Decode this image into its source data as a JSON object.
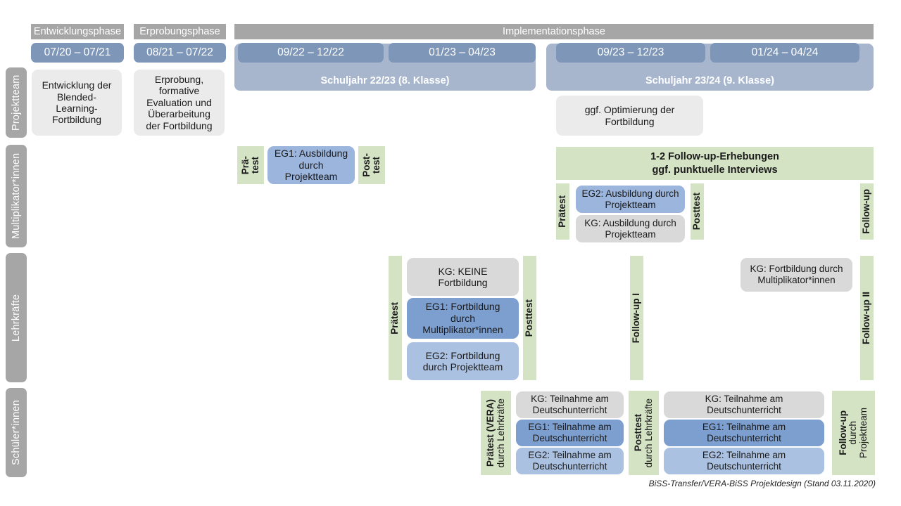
{
  "phases": [
    {
      "id": "entwicklung",
      "label": "Entwicklungsphase"
    },
    {
      "id": "erprobung",
      "label": "Erprobungsphase"
    },
    {
      "id": "implementation",
      "label": "Implementationsphase"
    }
  ],
  "date_chips": [
    {
      "id": "d1",
      "label": "07/20 – 07/21"
    },
    {
      "id": "d2",
      "label": "08/21 – 07/22"
    },
    {
      "id": "d3",
      "label": "09/22 – 12/22"
    },
    {
      "id": "d4",
      "label": "01/23 – 04/23"
    },
    {
      "id": "d5",
      "label": "09/23 – 12/23"
    },
    {
      "id": "d6",
      "label": "01/24 – 04/24"
    }
  ],
  "school_years": [
    {
      "id": "sy1",
      "label": "Schuljahr 22/23 (8. Klasse)"
    },
    {
      "id": "sy2",
      "label": "Schuljahr 23/24 (9. Klasse)"
    }
  ],
  "rows": [
    {
      "id": "projektteam",
      "label": "Projektteam"
    },
    {
      "id": "multiplikatoren",
      "label": "Multiplikator*innen"
    },
    {
      "id": "lehrkraefte",
      "label": "Lehrkräfte"
    },
    {
      "id": "schueler",
      "label": "Schüler*innen"
    }
  ],
  "projektteam": {
    "entwicklung": "Entwicklung der\nBlended-\nLearning-\nFortbildung",
    "erprobung": "Erprobung,\nformative\nEvaluation und\nÜberarbeitung\nder Fortbildung",
    "optimierung": "ggf. Optimierung der\nFortbildung"
  },
  "multiplikatoren": {
    "praetest_short_line1": "Prä-",
    "praetest_short_line2": "test",
    "posttest_short_line1": "Post-",
    "posttest_short_line2": "test",
    "eg1_ausbildung": "EG1: Ausbildung\ndurch\nProjektteam",
    "followup_banner": "1-2 Follow-up-Erhebungen\nggf. punktuelle Interviews",
    "praetest": "Prätest",
    "posttest": "Posttest",
    "followup": "Follow-up",
    "eg2_ausbildung": "EG2: Ausbildung durch\nProjektteam",
    "kg_ausbildung": "KG: Ausbildung durch\nProjektteam"
  },
  "lehrkraefte": {
    "praetest": "Prätest",
    "posttest": "Posttest",
    "followup_1": "Follow-up I",
    "followup_2": "Follow-up II",
    "kg_keine": "KG:  KEINE\nFortbildung",
    "eg1": "EG1: Fortbildung\ndurch\nMultiplikator*innen",
    "eg2": "EG2: Fortbildung\ndurch Projektteam",
    "kg_fortbildung": "KG: Fortbildung durch\nMultiplikator*innen"
  },
  "schueler": {
    "praetest_bold": "Prätest (VERA)",
    "praetest_sub": "durch Lehrkräfte",
    "posttest_bold": "Posttest",
    "posttest_sub": "durch Lehrkräfte",
    "followup_bold": "Follow-up",
    "followup_sub1": "durch",
    "followup_sub2": "Projektteam",
    "kg": "KG: Teilnahme am\nDeutschunterricht",
    "eg1": "EG1: Teilnahme am\nDeutschunterricht",
    "eg2": "EG2: Teilnahme am\nDeutschunterricht"
  },
  "footer": {
    "text": "BiSS-Transfer/VERA-BiSS Projektdesign (Stand 03.11.2020)"
  },
  "colors": {
    "gray_header": "#a6a6a6",
    "date_chip": "#7e96b8",
    "year_band": "#a7b6cd",
    "green": "#d5e3c5",
    "gray_box": "#d9d9d9",
    "light_gray_box": "#ebebeb",
    "eg1_blue": "#7d9fd0",
    "eg2_blue": "#aac1e2",
    "mid_blue": "#9bb5dd"
  }
}
